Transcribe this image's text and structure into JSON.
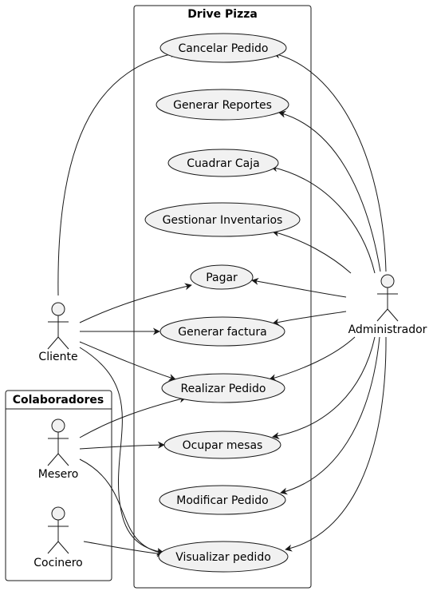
{
  "packages": {
    "system": "Drive Pizza",
    "collaborators": "Colaboradores"
  },
  "actors": {
    "cliente": "Cliente",
    "mesero": "Mesero",
    "cocinero": "Cocinero",
    "administrador": "Administrador"
  },
  "use_cases": {
    "cancelar_pedido": "Cancelar Pedido",
    "generar_reportes": "Generar Reportes",
    "cuadrar_caja": "Cuadrar Caja",
    "gestionar_inventarios": "Gestionar Inventarios",
    "pagar": "Pagar",
    "generar_factura": "Generar factura",
    "realizar_pedido": "Realizar Pedido",
    "ocupar_mesas": "Ocupar mesas",
    "modificar_pedido": "Modificar Pedido",
    "visualizar_pedido": "Visualizar pedido"
  },
  "colors": {
    "use_case_fill": "#f1f1f1",
    "line": "#181818",
    "background": "#ffffff"
  }
}
